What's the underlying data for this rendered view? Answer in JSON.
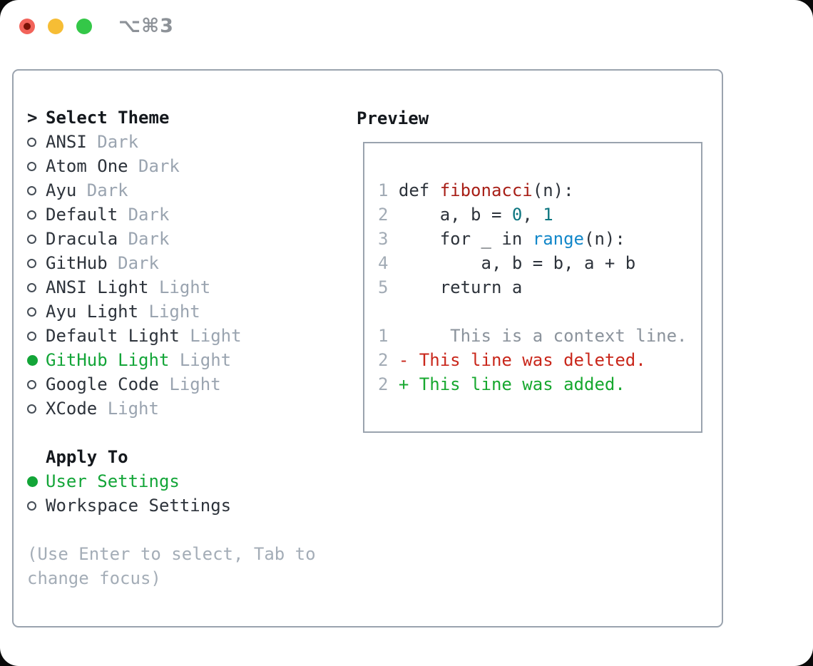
{
  "window": {
    "title_shortcut": "⌥⌘3"
  },
  "colors": {
    "accent_green": "#13a538",
    "syntax_function_red": "#a81f17",
    "syntax_number_teal": "#0d7680",
    "syntax_builtin_blue": "#1287c9",
    "diff_deleted_red": "#c9271b",
    "diff_added_green": "#17a82f",
    "muted_gray": "#9aa4b0",
    "panel_border": "#9aa3ae",
    "traffic_close": "#f2635a",
    "traffic_minimize": "#f6bd35",
    "traffic_zoom": "#34c748"
  },
  "theme_picker": {
    "prompt": ">",
    "title": "Select Theme",
    "items": [
      {
        "name": "ANSI",
        "variant": "Dark",
        "selected": false
      },
      {
        "name": "Atom One",
        "variant": "Dark",
        "selected": false
      },
      {
        "name": "Ayu",
        "variant": "Dark",
        "selected": false
      },
      {
        "name": "Default",
        "variant": "Dark",
        "selected": false
      },
      {
        "name": "Dracula",
        "variant": "Dark",
        "selected": false
      },
      {
        "name": "GitHub",
        "variant": "Dark",
        "selected": false
      },
      {
        "name": "ANSI Light",
        "variant": "Light",
        "selected": false
      },
      {
        "name": "Ayu Light",
        "variant": "Light",
        "selected": false
      },
      {
        "name": "Default Light",
        "variant": "Light",
        "selected": false
      },
      {
        "name": "GitHub Light",
        "variant": "Light",
        "selected": true
      },
      {
        "name": "Google Code",
        "variant": "Light",
        "selected": false
      },
      {
        "name": "XCode",
        "variant": "Light",
        "selected": false
      }
    ]
  },
  "apply_to": {
    "title": "Apply To",
    "options": [
      {
        "label": "User Settings",
        "selected": true
      },
      {
        "label": "Workspace Settings",
        "selected": false
      }
    ]
  },
  "hint_lines": [
    "(Use Enter to select, Tab to",
    "change focus)"
  ],
  "preview": {
    "title": "Preview",
    "lines": [
      [
        [
          "num",
          "1 "
        ],
        [
          "plain",
          "def "
        ],
        [
          "red",
          "fibonacci"
        ],
        [
          "plain",
          "(n):"
        ]
      ],
      [
        [
          "num",
          "2 "
        ],
        [
          "plain",
          "    a, b = "
        ],
        [
          "teal",
          "0"
        ],
        [
          "plain",
          ", "
        ],
        [
          "teal",
          "1"
        ]
      ],
      [
        [
          "num",
          "3 "
        ],
        [
          "plain",
          "    for _ in "
        ],
        [
          "blue",
          "range"
        ],
        [
          "plain",
          "(n):"
        ]
      ],
      [
        [
          "num",
          "4 "
        ],
        [
          "plain",
          "        a, b = b, a + b"
        ]
      ],
      [
        [
          "num",
          "5 "
        ],
        [
          "plain",
          "    return a"
        ]
      ],
      [],
      [
        [
          "num",
          "1 "
        ],
        [
          "ctx",
          "     This is a context line."
        ]
      ],
      [
        [
          "num",
          "2 "
        ],
        [
          "del",
          "- This line was deleted."
        ]
      ],
      [
        [
          "num",
          "2 "
        ],
        [
          "add",
          "+ This line was added."
        ]
      ]
    ]
  }
}
